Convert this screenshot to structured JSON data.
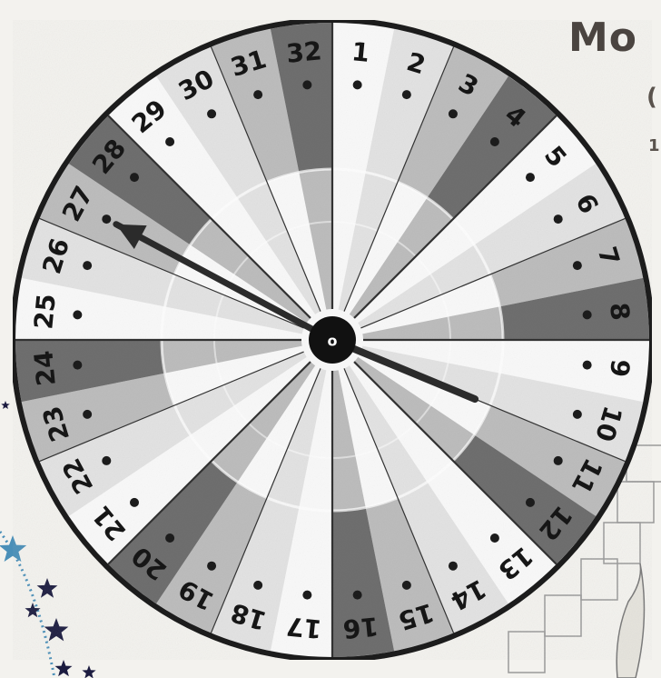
{
  "page": {
    "heading": "Mo",
    "side_marks": [
      "(",
      "1"
    ]
  },
  "dial": {
    "center_label": "o",
    "numbers": [
      "1",
      "2",
      "3",
      "4",
      "5",
      "6",
      "7",
      "8",
      "9",
      "10",
      "11",
      "12",
      "13",
      "14",
      "15",
      "16",
      "17",
      "18",
      "19",
      "20",
      "21",
      "22",
      "23",
      "24",
      "25",
      "26",
      "27",
      "28",
      "29",
      "30",
      "31",
      "32"
    ],
    "dark_segments": [
      4,
      8,
      12,
      16,
      20,
      24,
      28,
      32
    ],
    "hand_long_points_to": 27,
    "hand_short_points_to": 10.5
  },
  "colors": {
    "background": "#f3f2ee",
    "ring": "#1e1e1e",
    "dark_segment": "#6f6f6f",
    "mid_segment": "#bdbdbd",
    "light_segment": "#e3e3e3",
    "white_segment": "#f9f9f9",
    "hand": "#2b2b2b",
    "heading": "#4a4440",
    "stars": "#1c1c40",
    "stars_accent": "#4a8fb8"
  }
}
